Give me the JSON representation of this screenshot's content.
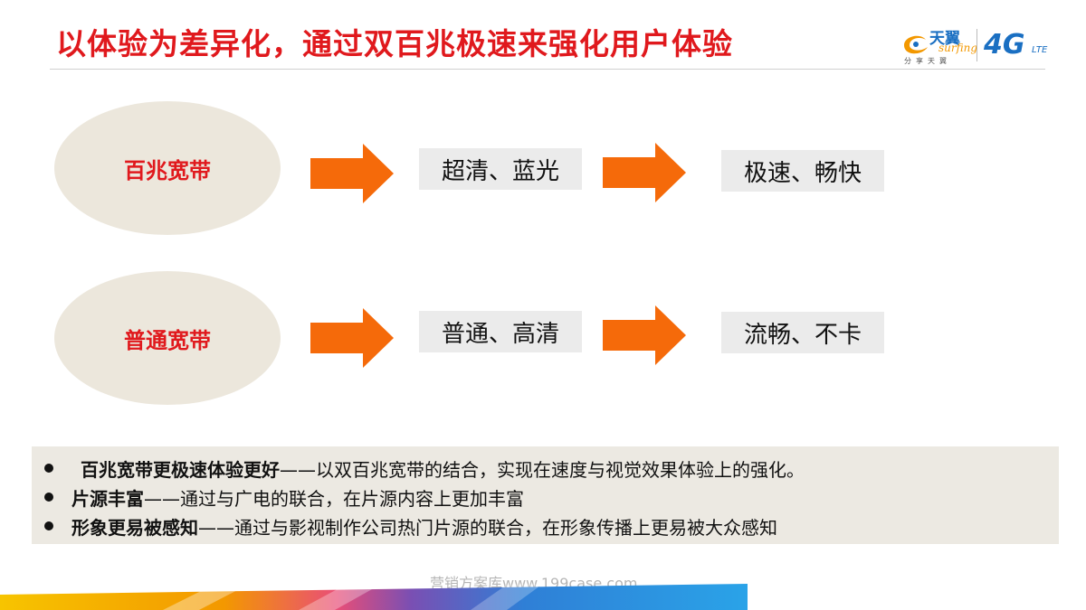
{
  "header": {
    "title": "以体验为差异化，通过双百兆极速来强化用户体验",
    "brand": {
      "name_cn": "天翼",
      "name_en": "surfing",
      "slogan": "分享天翼",
      "network": "4G",
      "network_sub": "LTE"
    }
  },
  "flows": [
    {
      "label": "百兆宽带",
      "step1": "超清、蓝光",
      "step2": "极速、畅快"
    },
    {
      "label": "普通宽带",
      "step1": "普通、高清",
      "step2": "流畅、不卡"
    }
  ],
  "notes": [
    {
      "strong": "百兆宽带更极速体验更好",
      "text": "——以双百兆宽带的结合，实现在速度与视觉效果体验上的强化。"
    },
    {
      "strong": "片源丰富",
      "text": "——通过与广电的联合，在片源内容上更加丰富"
    },
    {
      "strong": "形象更易被感知",
      "text": "——通过与影视制作公司热门片源的联合，在形象传播上更易被大众感知"
    }
  ],
  "watermark": "营销方案库www.199case.com",
  "colors": {
    "title": "#e0191d",
    "arrow": "#f56a0a",
    "ellipse": "#ece7dc",
    "box": "#ebebeb",
    "brand_blue": "#1a6fc2",
    "brand_orange": "#f39800"
  }
}
